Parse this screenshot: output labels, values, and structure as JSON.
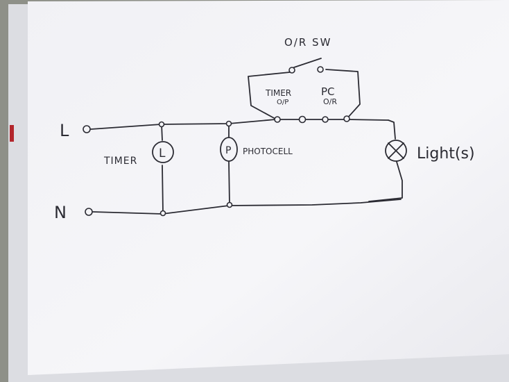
{
  "diagram": {
    "labels": {
      "live": "L",
      "neutral": "N",
      "switch_title": "O/R SW",
      "switch_left_line1": "TIMER",
      "switch_left_line2": "O/P",
      "switch_right_line1": "PC",
      "switch_right_line2": "O/R",
      "timer": "TIMER",
      "timer_symbol": "L",
      "photocell": "PHOTOCELL",
      "photocell_symbol": "P",
      "light": "Light(s)"
    },
    "colors": {
      "ink": "#2b2b33",
      "paper": "#f4f4f7",
      "backdrop": "#8e9088"
    }
  }
}
